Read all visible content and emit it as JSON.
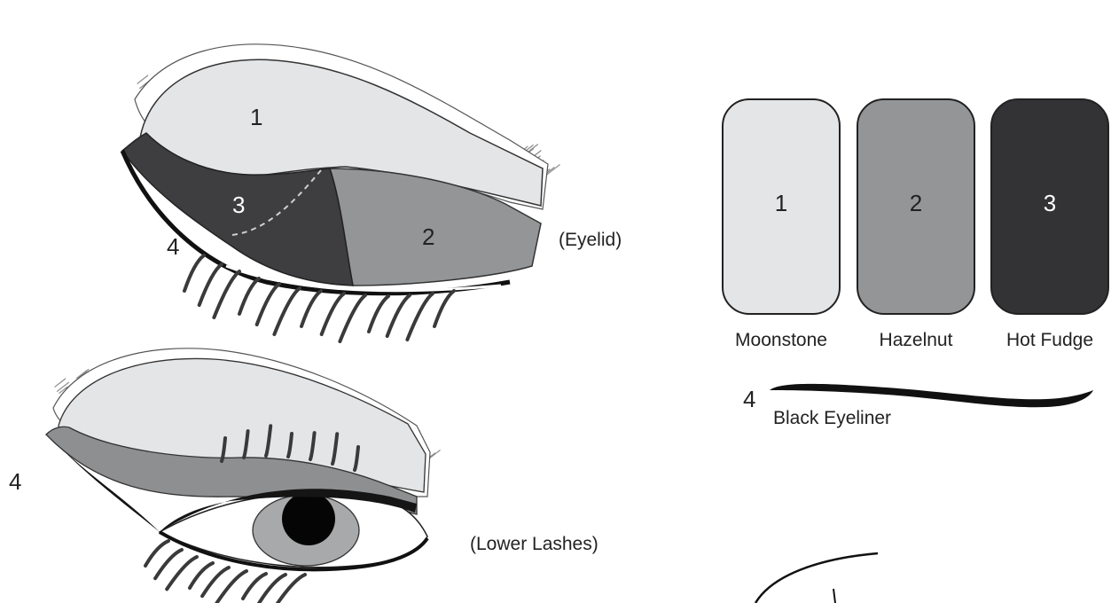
{
  "eyelid_diagram": {
    "zone_labels": [
      "1",
      "2",
      "3",
      "4"
    ],
    "caption": "(Eyelid)"
  },
  "lower_lashes_diagram": {
    "zone_labels": [
      "4"
    ],
    "caption": "(Lower Lashes)"
  },
  "swatches": [
    {
      "number": "1",
      "name": "Moonstone",
      "color": "#e4e5e7",
      "number_color": "#333333"
    },
    {
      "number": "2",
      "name": "Hazelnut",
      "color": "#939597",
      "number_color": "#2a2a2a"
    },
    {
      "number": "3",
      "name": "Hot Fudge",
      "color": "#333335",
      "number_color": "#ffffff"
    }
  ],
  "eyeliner": {
    "number": "4",
    "name": "Black Eyeliner"
  },
  "colors": {
    "lid_light": "#e4e5e7",
    "lid_mid": "#939597",
    "lid_dark": "#3e3e40",
    "brow": "#8a8a8a",
    "liner": "#111111",
    "iris": "#a8a9ab",
    "pupil": "#050505"
  }
}
